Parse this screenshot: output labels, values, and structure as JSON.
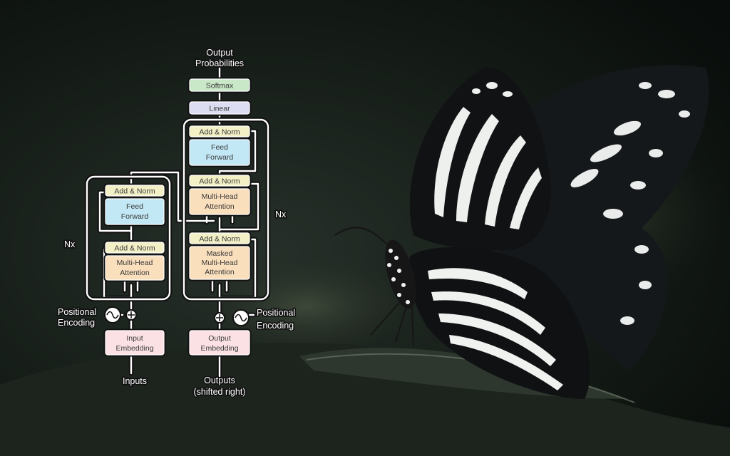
{
  "labels": {
    "output_probabilities_1": "Output",
    "output_probabilities_2": "Probabilities",
    "nx_encoder": "Nx",
    "nx_decoder": "Nx",
    "pos_enc_left_1": "Positional",
    "pos_enc_left_2": "Encoding",
    "pos_enc_right_1": "Positional",
    "pos_enc_right_2": "Encoding",
    "inputs": "Inputs",
    "outputs_1": "Outputs",
    "outputs_2": "(shifted right)"
  },
  "blocks": {
    "softmax": "Softmax",
    "linear": "Linear",
    "dec_add_norm_top": "Add & Norm",
    "dec_ff_1": "Feed",
    "dec_ff_2": "Forward",
    "dec_add_norm_mid": "Add & Norm",
    "dec_mha_1": "Multi-Head",
    "dec_mha_2": "Attention",
    "dec_add_norm_bot": "Add & Norm",
    "dec_masked_1": "Masked",
    "dec_masked_2": "Multi-Head",
    "dec_masked_3": "Attention",
    "enc_add_norm_top": "Add & Norm",
    "enc_ff_1": "Feed",
    "enc_ff_2": "Forward",
    "enc_add_norm_bot": "Add & Norm",
    "enc_mha_1": "Multi-Head",
    "enc_mha_2": "Attention",
    "input_emb_1": "Input",
    "input_emb_2": "Embedding",
    "output_emb_1": "Output",
    "output_emb_2": "Embedding"
  },
  "colors": {
    "add_norm": "#f3f0c6",
    "feed_forward": "#c2e7f5",
    "attention": "#fadfbd",
    "embedding": "#fbe1e4",
    "linear": "#dcdcf2",
    "softmax": "#c9e8c8"
  }
}
